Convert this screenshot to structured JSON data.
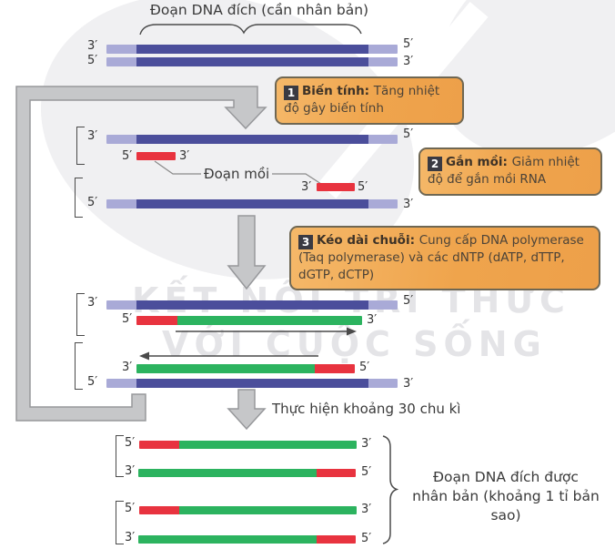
{
  "colors": {
    "dna-dark": "#4b4e9b",
    "dna-light": "#a9aad7",
    "primer-red": "#e8333f",
    "strand-green": "#2cb35f",
    "box-fill": "#efa44c",
    "box-border": "#6f6753",
    "badge-bg": "#3a3a42",
    "arrow-fill": "#c6c7c9",
    "arrow-border": "#97989b"
  },
  "diagram": {
    "title": "Đoạn DNA đích (cần nhân bản)",
    "steps": [
      {
        "number": "1",
        "title": "Biến tính: ",
        "desc": "Tăng nhiệt độ gây biến tính"
      },
      {
        "number": "2",
        "title": "Gắn mồi: ",
        "desc": "Giảm nhiệt độ để gắn mồi RNA"
      },
      {
        "number": "3",
        "title": "Kéo dài chuỗi: ",
        "desc": "Cung cấp DNA polymerase (Taq polymerase) và các dNTP (dATP, dTTP, dGTP, dCTP)"
      }
    ],
    "section1": {
      "strands": [
        {
          "left": "3′",
          "right": "5′"
        },
        {
          "left": "5′",
          "right": "3′"
        }
      ]
    },
    "section2": {
      "template_top": {
        "left": "3′",
        "right": "5′"
      },
      "primer_top": {
        "left": "5′",
        "right": "3′"
      },
      "primer_label": "Đoạn mồi",
      "primer_bottom": {
        "left": "3′",
        "right": "5′"
      },
      "template_bottom": {
        "left": "5′",
        "right": "3′"
      }
    },
    "section3": {
      "template_top": {
        "left": "3′",
        "right": "5′"
      },
      "new_top": {
        "left": "5′",
        "right": "3′"
      },
      "new_bottom": {
        "left": "3′",
        "right": "5′"
      },
      "template_bottom": {
        "left": "5′",
        "right": "3′"
      }
    },
    "cycles_label": "Thực hiện khoảng 30 chu kì",
    "section4": {
      "pairs": [
        {
          "top": {
            "left": "5′",
            "right": "3′"
          },
          "bottom": {
            "left": "3′",
            "right": "5′"
          }
        },
        {
          "top": {
            "left": "5′",
            "right": "3′"
          },
          "bottom": {
            "left": "3′",
            "right": "5′"
          }
        }
      ],
      "caption_line1": "Đoạn DNA đích được",
      "caption_line2": "nhân bản (khoảng 1 tỉ bản sao)"
    }
  },
  "watermark": {
    "line1": "KẾT NỐI TRI THỨC",
    "line2": "VỚI CUỘC SỐNG"
  }
}
